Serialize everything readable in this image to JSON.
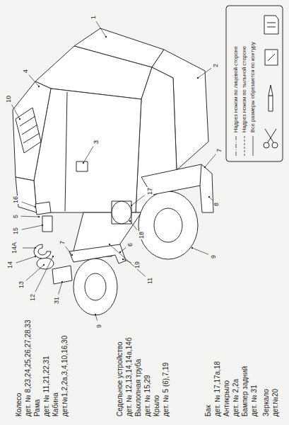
{
  "diagram": {
    "labels": [
      "Колесо",
      "дет. № 8,23,24,25,26,27,28,33",
      "Рама",
      "дет. № 11,21,22,31",
      "Кабина",
      "дет.№1,2,2а,3,4,10,16,30",
      "Седельное устройство",
      "дет. № 12,13,14,14а,14б",
      "Выхлопная труба",
      "дет. № 15,29",
      "Крыло",
      "дет. № 5 (6),7,19",
      "Бак",
      "дет. № 17,17а,18",
      "Антикрыло",
      "дет. № 2,2а",
      "Бампер задний",
      "дет. № 31",
      "Зеркало",
      "дет.№20",
      "1",
      "2",
      "3",
      "4",
      "10",
      "16",
      "5",
      "15",
      "14",
      "14А",
      "13",
      "12",
      "31",
      "7",
      "6",
      "9",
      "19",
      "18",
      "17",
      "11",
      "8",
      "9",
      "7"
    ],
    "legend": [
      {
        "text": "Надрез ножом по лицевой стороне"
      },
      {
        "text": "Надрез ножом по тыльной стороне"
      },
      {
        "text": "Все размеры обрезаются по контуру"
      }
    ]
  }
}
